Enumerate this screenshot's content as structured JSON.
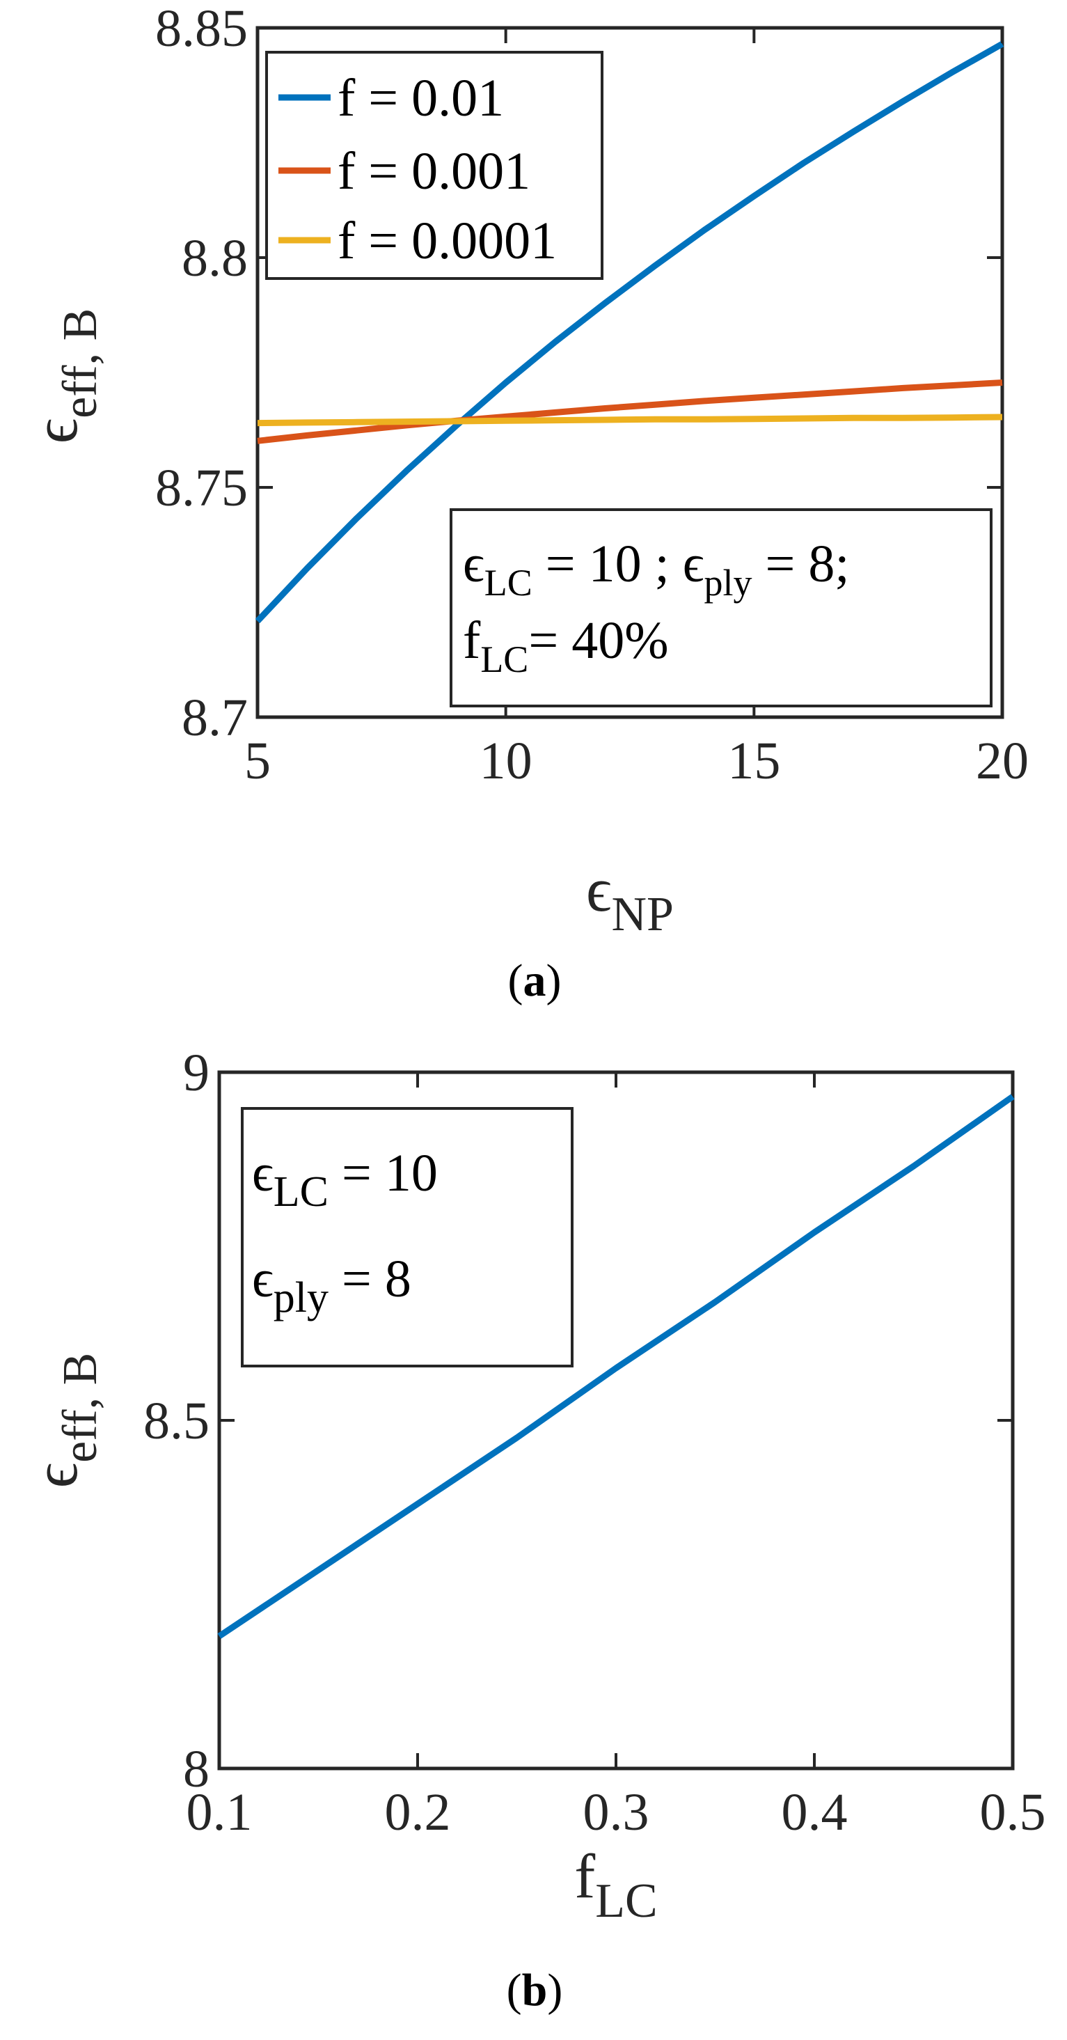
{
  "colors": {
    "blue": "#0072BD",
    "orange": "#D95319",
    "yellow": "#EDB120",
    "axis": "#262626"
  },
  "captions": {
    "a": "a",
    "b": "b"
  },
  "chart_data": [
    {
      "panel": "a",
      "type": "line",
      "xlabel": {
        "sym": "ϵ",
        "sub": "NP"
      },
      "ylabel": {
        "sym": "ϵ",
        "sub": "eff, B"
      },
      "xlim": [
        5,
        20
      ],
      "ylim": [
        8.7,
        8.85
      ],
      "xticks": [
        5,
        10,
        15,
        20
      ],
      "yticks": [
        8.7,
        8.75,
        8.8,
        8.85
      ],
      "ytick_labels": [
        "8.7",
        "8.75",
        "8.8",
        "8.85"
      ],
      "grid": false,
      "legend_position": "top-left",
      "annotation": {
        "e_lc": "LC",
        "e_lc_eq": " = 10 ; ",
        "e_ply": "ply",
        "e_ply_eq": " = 8;",
        "f_lc": "LC",
        "f_lc_eq": "= 40%"
      },
      "series": [
        {
          "name": "f = 0.01",
          "color": "#0072BD",
          "x": [
            5,
            6,
            7,
            8,
            9,
            10,
            11,
            12,
            13,
            14,
            15,
            16,
            17,
            18,
            19,
            20
          ],
          "y": [
            8.7209,
            8.7324,
            8.7433,
            8.7536,
            8.7634,
            8.7728,
            8.7817,
            8.7901,
            8.7982,
            8.806,
            8.8134,
            8.8206,
            8.8274,
            8.834,
            8.8404,
            8.8465
          ]
        },
        {
          "name": "f = 0.001",
          "color": "#D95319",
          "x": [
            5,
            6,
            7,
            8,
            9,
            10,
            11,
            12,
            13,
            14,
            15,
            16,
            17,
            18,
            19,
            20
          ],
          "y": [
            8.7601,
            8.7613,
            8.7624,
            8.7635,
            8.7645,
            8.7654,
            8.7663,
            8.7672,
            8.768,
            8.7688,
            8.7695,
            8.7702,
            8.7709,
            8.7716,
            8.7722,
            8.7728
          ]
        },
        {
          "name": "f = 0.0001",
          "color": "#EDB120",
          "x": [
            5,
            6,
            7,
            8,
            9,
            10,
            11,
            12,
            13,
            14,
            15,
            16,
            17,
            18,
            19,
            20
          ],
          "y": [
            8.764,
            8.7641,
            8.7642,
            8.7643,
            8.7644,
            8.7645,
            8.7646,
            8.7647,
            8.7648,
            8.7648,
            8.7649,
            8.765,
            8.7651,
            8.7651,
            8.7652,
            8.7653
          ]
        }
      ]
    },
    {
      "panel": "b",
      "type": "line",
      "xlabel": {
        "sym": "f",
        "sub": "LC"
      },
      "ylabel": {
        "sym": "ϵ",
        "sub": "eff, B"
      },
      "xlim": [
        0.1,
        0.5
      ],
      "ylim": [
        8,
        9
      ],
      "xticks": [
        0.1,
        0.2,
        0.3,
        0.4,
        0.5
      ],
      "xtick_labels": [
        "0.1",
        "0.2",
        "0.3",
        "0.4",
        "0.5"
      ],
      "yticks": [
        8,
        8.5,
        9
      ],
      "ytick_labels": [
        "8",
        "8.5",
        "9"
      ],
      "grid": false,
      "annotation": {
        "e_lc": "LC",
        "e_lc_eq": " = 10",
        "e_ply": "ply",
        "e_ply_eq": " = 8"
      },
      "series": [
        {
          "color": "#0072BD",
          "x": [
            0.1,
            0.15,
            0.2,
            0.25,
            0.3,
            0.35,
            0.4,
            0.45,
            0.5
          ],
          "y": [
            8.19,
            8.285,
            8.38,
            8.475,
            8.575,
            8.67,
            8.77,
            8.865,
            8.965
          ]
        }
      ]
    }
  ]
}
